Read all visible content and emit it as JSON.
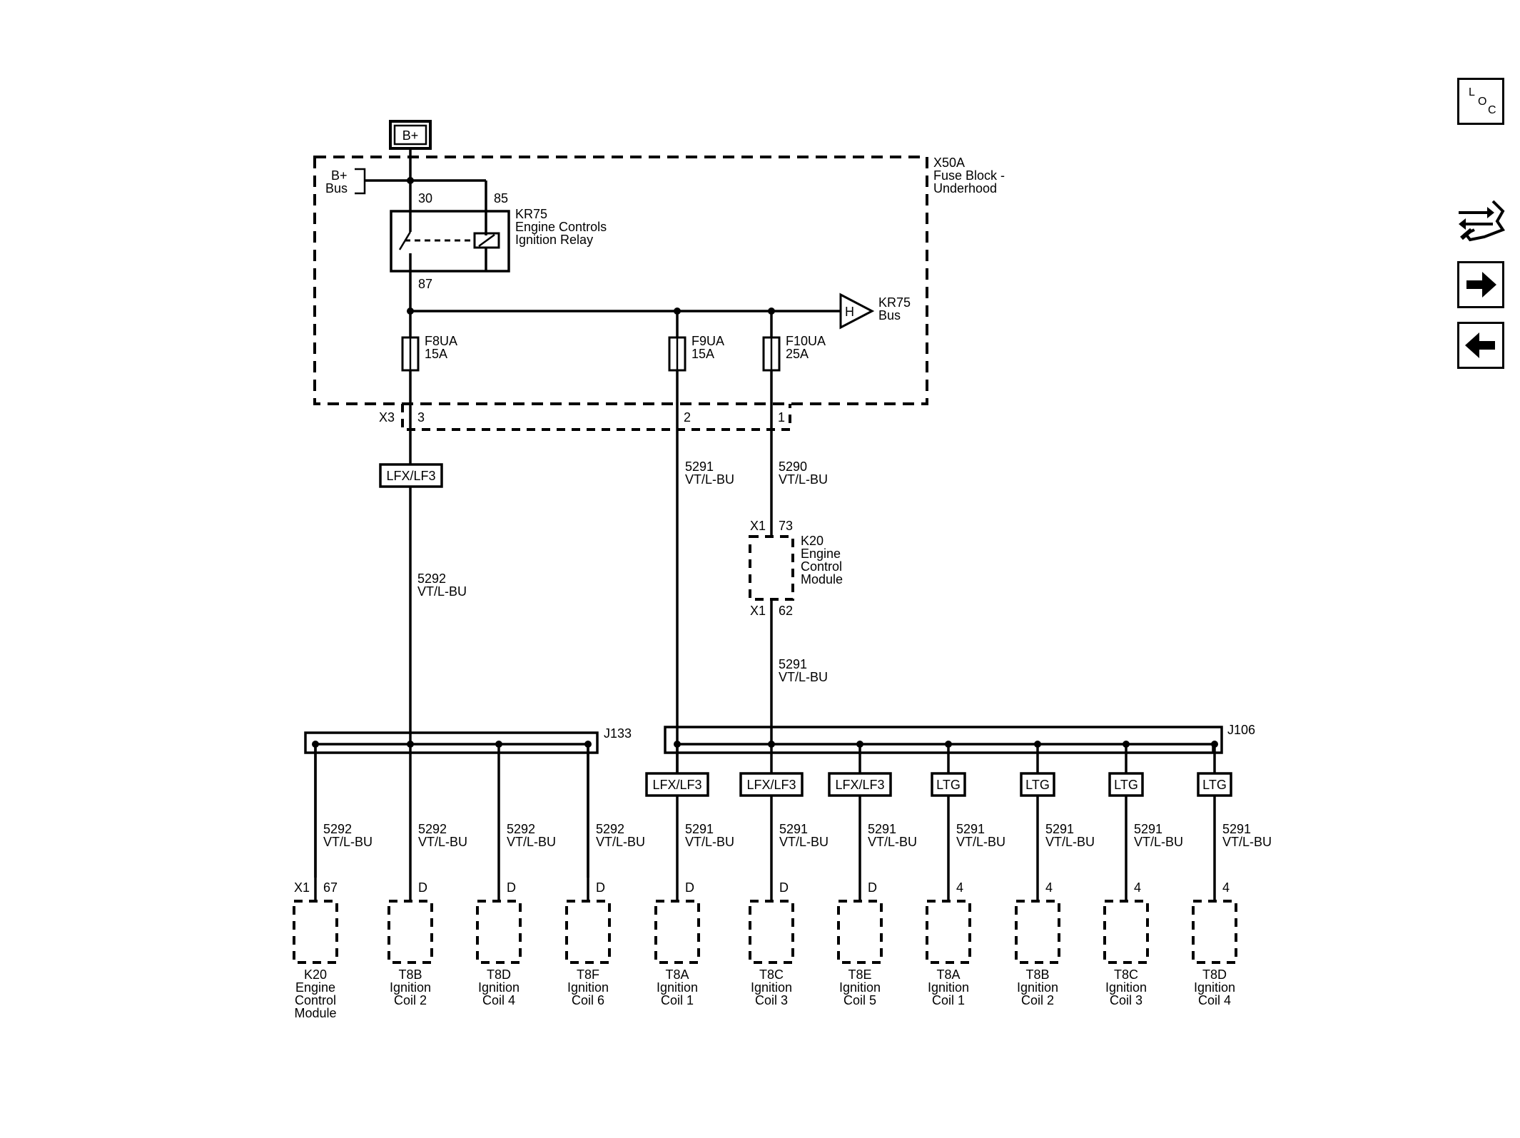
{
  "nav": {
    "loc": [
      "L",
      "O",
      "C"
    ],
    "tools_icon": "connector-tools-icon",
    "forward_icon": "arrow-right-icon",
    "back_icon": "arrow-left-icon"
  },
  "power": {
    "bplus": "B+",
    "bus_label": [
      "B+",
      "Bus"
    ]
  },
  "fuse_block": {
    "id": "X50A",
    "name": [
      "Fuse Block -",
      "Underhood"
    ],
    "connector": "X3"
  },
  "relay": {
    "id": "KR75",
    "name": [
      "Engine Controls",
      "Ignition Relay"
    ],
    "pin30": "30",
    "pin85": "85",
    "pin87": "87"
  },
  "relay_bus": {
    "symbol": "H",
    "label": [
      "KR75",
      "Bus"
    ]
  },
  "fuses": [
    {
      "name": "F8UA",
      "rating": "15A",
      "pin": "3"
    },
    {
      "name": "F9UA",
      "rating": "15A",
      "pin": "2"
    },
    {
      "name": "F10UA",
      "rating": "25A",
      "pin": "1"
    }
  ],
  "wires": {
    "w1": [
      "5291",
      "VT/L-BU"
    ],
    "w2": [
      "5290",
      "VT/L-BU"
    ],
    "w3": [
      "5292",
      "VT/L-BU"
    ],
    "w4": [
      "5291",
      "VT/L-BU"
    ]
  },
  "options": {
    "left": "LFX/LF3"
  },
  "ecm": {
    "connector_top": "X1",
    "pin_top": "73",
    "connector_bottom": "X1",
    "pin_bottom": "62",
    "name": [
      "K20",
      "Engine",
      "Control",
      "Module"
    ]
  },
  "splices": {
    "left": "J133",
    "right": "J106"
  },
  "branches": [
    {
      "wire": [
        "5292",
        "VT/L-BU"
      ],
      "pin": "67",
      "conn": "X1",
      "option": "",
      "comp": [
        "K20",
        "Engine",
        "Control",
        "Module"
      ]
    },
    {
      "wire": [
        "5292",
        "VT/L-BU"
      ],
      "pin": "D",
      "conn": "",
      "option": "",
      "comp": [
        "T8B",
        "Ignition",
        "Coil 2"
      ]
    },
    {
      "wire": [
        "5292",
        "VT/L-BU"
      ],
      "pin": "D",
      "conn": "",
      "option": "",
      "comp": [
        "T8D",
        "Ignition",
        "Coil 4"
      ]
    },
    {
      "wire": [
        "5292",
        "VT/L-BU"
      ],
      "pin": "D",
      "conn": "",
      "option": "",
      "comp": [
        "T8F",
        "Ignition",
        "Coil 6"
      ]
    },
    {
      "wire": [
        "5291",
        "VT/L-BU"
      ],
      "pin": "D",
      "conn": "",
      "option": "LFX/LF3",
      "comp": [
        "T8A",
        "Ignition",
        "Coil 1"
      ]
    },
    {
      "wire": [
        "5291",
        "VT/L-BU"
      ],
      "pin": "D",
      "conn": "",
      "option": "LFX/LF3",
      "comp": [
        "T8C",
        "Ignition",
        "Coil 3"
      ]
    },
    {
      "wire": [
        "5291",
        "VT/L-BU"
      ],
      "pin": "D",
      "conn": "",
      "option": "LFX/LF3",
      "comp": [
        "T8E",
        "Ignition",
        "Coil 5"
      ]
    },
    {
      "wire": [
        "5291",
        "VT/L-BU"
      ],
      "pin": "4",
      "conn": "",
      "option": "LTG",
      "comp": [
        "T8A",
        "Ignition",
        "Coil 1"
      ]
    },
    {
      "wire": [
        "5291",
        "VT/L-BU"
      ],
      "pin": "4",
      "conn": "",
      "option": "LTG",
      "comp": [
        "T8B",
        "Ignition",
        "Coil 2"
      ]
    },
    {
      "wire": [
        "5291",
        "VT/L-BU"
      ],
      "pin": "4",
      "conn": "",
      "option": "LTG",
      "comp": [
        "T8C",
        "Ignition",
        "Coil 3"
      ]
    },
    {
      "wire": [
        "5291",
        "VT/L-BU"
      ],
      "pin": "4",
      "conn": "",
      "option": "LTG",
      "comp": [
        "T8D",
        "Ignition",
        "Coil 4"
      ]
    }
  ]
}
